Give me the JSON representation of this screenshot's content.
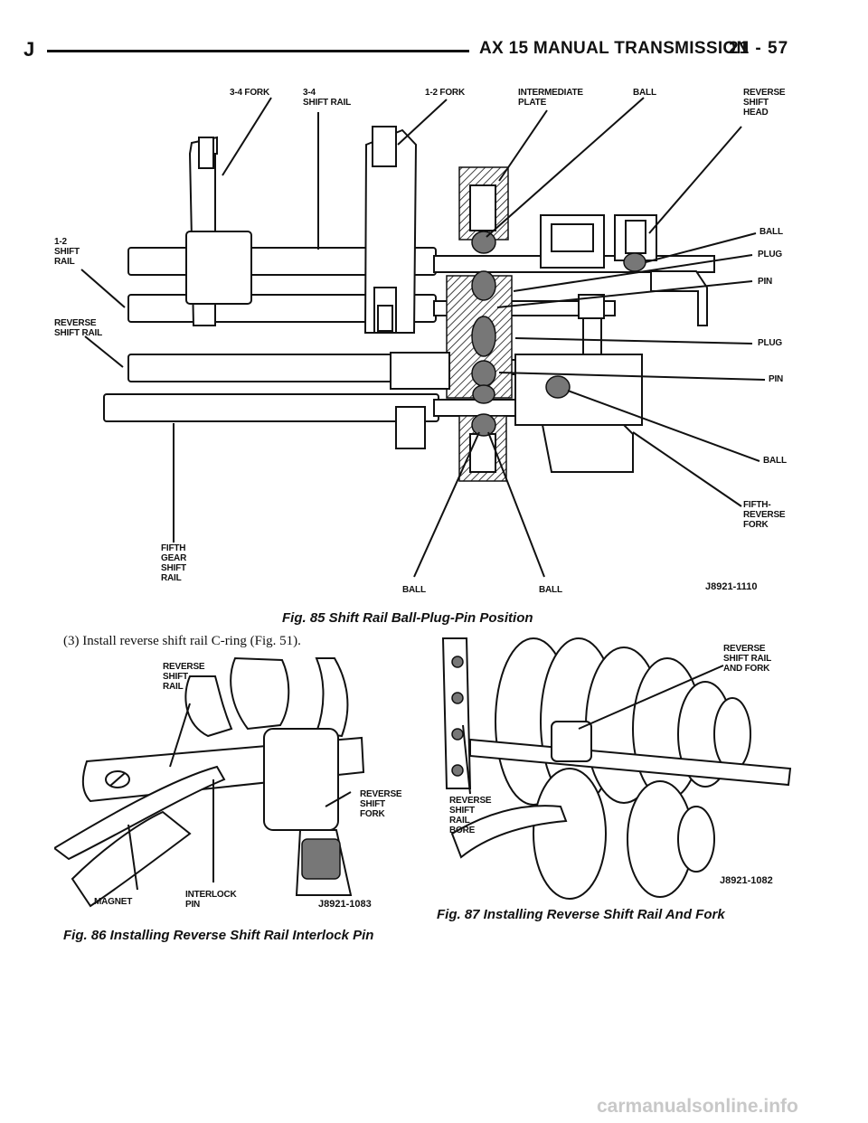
{
  "header": {
    "section_letter": "J",
    "title": "AX 15 MANUAL TRANSMISSION",
    "page_number": "21 - 57"
  },
  "fig85": {
    "labels": {
      "fork_3_4": "3-4 FORK",
      "shift_rail_3_4": [
        "3-4",
        "SHIFT RAIL"
      ],
      "fork_1_2": "1-2 FORK",
      "intermediate_plate": [
        "INTERMEDIATE",
        "PLATE"
      ],
      "ball_top": "BALL",
      "reverse_shift_head": [
        "REVERSE",
        "SHIFT",
        "HEAD"
      ],
      "shift_rail_1_2": [
        "1-2",
        "SHIFT",
        "RAIL"
      ],
      "reverse_shift_rail": [
        "REVERSE",
        "SHIFT RAIL"
      ],
      "ball_right_1": "BALL",
      "plug_1": "PLUG",
      "pin_1": "PIN",
      "plug_2": "PLUG",
      "pin_2": "PIN",
      "ball_right_2": "BALL",
      "fifth_reverse_fork": [
        "FIFTH-",
        "REVERSE",
        "FORK"
      ],
      "fifth_gear_shift_rail": [
        "FIFTH",
        "GEAR",
        "SHIFT",
        "RAIL"
      ],
      "ball_bottom_1": "BALL",
      "ball_bottom_2": "BALL"
    },
    "code": "J8921-1110",
    "caption": "Fig. 85 Shift Rail Ball-Plug-Pin Position"
  },
  "step3": "(3) Install reverse shift rail C-ring (Fig. 51).",
  "fig86": {
    "labels": {
      "reverse_shift_rail": [
        "REVERSE",
        "SHIFT",
        "RAIL"
      ],
      "reverse_shift_fork": [
        "REVERSE",
        "SHIFT",
        "FORK"
      ],
      "magnet": "MAGNET",
      "interlock_pin": [
        "INTERLOCK",
        "PIN"
      ]
    },
    "code": "J8921-1083",
    "caption": "Fig. 86 Installing Reverse Shift Rail Interlock Pin"
  },
  "fig87": {
    "labels": {
      "reverse_shift_rail_and_fork": [
        "REVERSE",
        "SHIFT RAIL",
        "AND FORK"
      ],
      "reverse_shift_rail_bore": [
        "REVERSE",
        "SHIFT",
        "RAIL",
        "BORE"
      ]
    },
    "code": "J8921-1082",
    "caption": "Fig. 87 Installing Reverse Shift Rail And Fork"
  },
  "watermark": "carmanualsonline.info"
}
